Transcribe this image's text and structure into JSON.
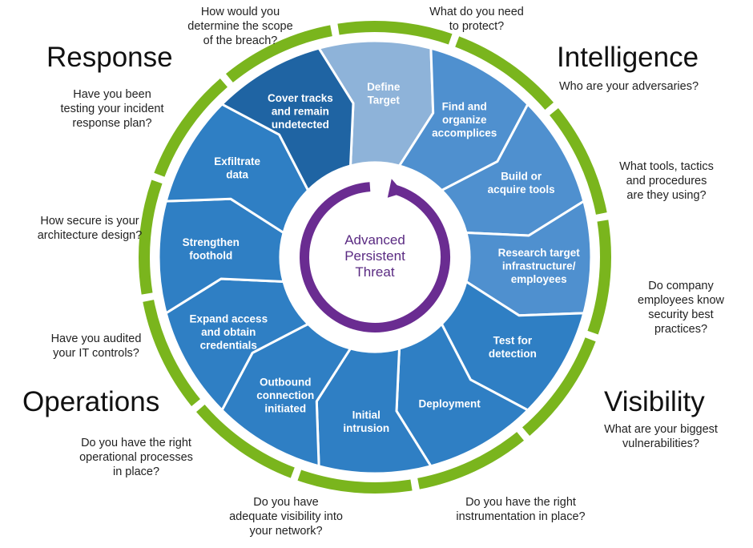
{
  "center": {
    "lines": [
      "Advanced",
      "Persistent",
      "Threat"
    ]
  },
  "segments": [
    {
      "lines": [
        "Define",
        "Target"
      ]
    },
    {
      "lines": [
        "Find and",
        "organize",
        "accomplices"
      ]
    },
    {
      "lines": [
        "Build or",
        "acquire tools"
      ]
    },
    {
      "lines": [
        "Research target",
        "infrastructure/",
        "employees"
      ]
    },
    {
      "lines": [
        "Test for",
        "detection"
      ]
    },
    {
      "lines": [
        "Deployment"
      ]
    },
    {
      "lines": [
        "Initial",
        "intrusion"
      ]
    },
    {
      "lines": [
        "Outbound",
        "connection",
        "initiated"
      ]
    },
    {
      "lines": [
        "Expand access",
        "and obtain",
        "credentials"
      ]
    },
    {
      "lines": [
        "Strengthen",
        "foothold"
      ]
    },
    {
      "lines": [
        "Exfiltrate",
        "data"
      ]
    },
    {
      "lines": [
        "Cover tracks",
        "and remain",
        "undetected"
      ]
    }
  ],
  "headings": {
    "response": "Response",
    "intelligence": "Intelligence",
    "visibility": "Visibility",
    "operations": "Operations"
  },
  "questions": {
    "scope": [
      "How would you",
      "determine the scope",
      "of the breach?"
    ],
    "protect": [
      "What do you need",
      "to protect?"
    ],
    "adversaries": [
      "Who are your adversaries?"
    ],
    "tools": [
      "What tools, tactics",
      "and procedures",
      "are they using?"
    ],
    "security_practices": [
      "Do company",
      "employees know",
      "security best",
      "practices?"
    ],
    "vulnerabilities": [
      "What are your biggest",
      "vulnerabilities?"
    ],
    "instrumentation": [
      "Do you have the right",
      "instrumentation in place?"
    ],
    "visibility_network": [
      "Do you have",
      "adequate visibility into",
      "your network?"
    ],
    "operational": [
      "Do you have the right",
      "operational processes",
      "in place?"
    ],
    "audit": [
      "Have you audited",
      "your IT controls?"
    ],
    "architecture": [
      "How secure is your",
      "architecture design?"
    ],
    "incident_plan": [
      "Have you been",
      "testing your incident",
      "response plan?"
    ]
  },
  "colors": {
    "ring_green": "#7ab51d",
    "segment_light": "#8eb3d9",
    "segment_mid": "#4f90cf",
    "segment_blue": "#2f7fc4",
    "segment_dark": "#1f64a3",
    "arrow_purple": "#6a2c91"
  }
}
